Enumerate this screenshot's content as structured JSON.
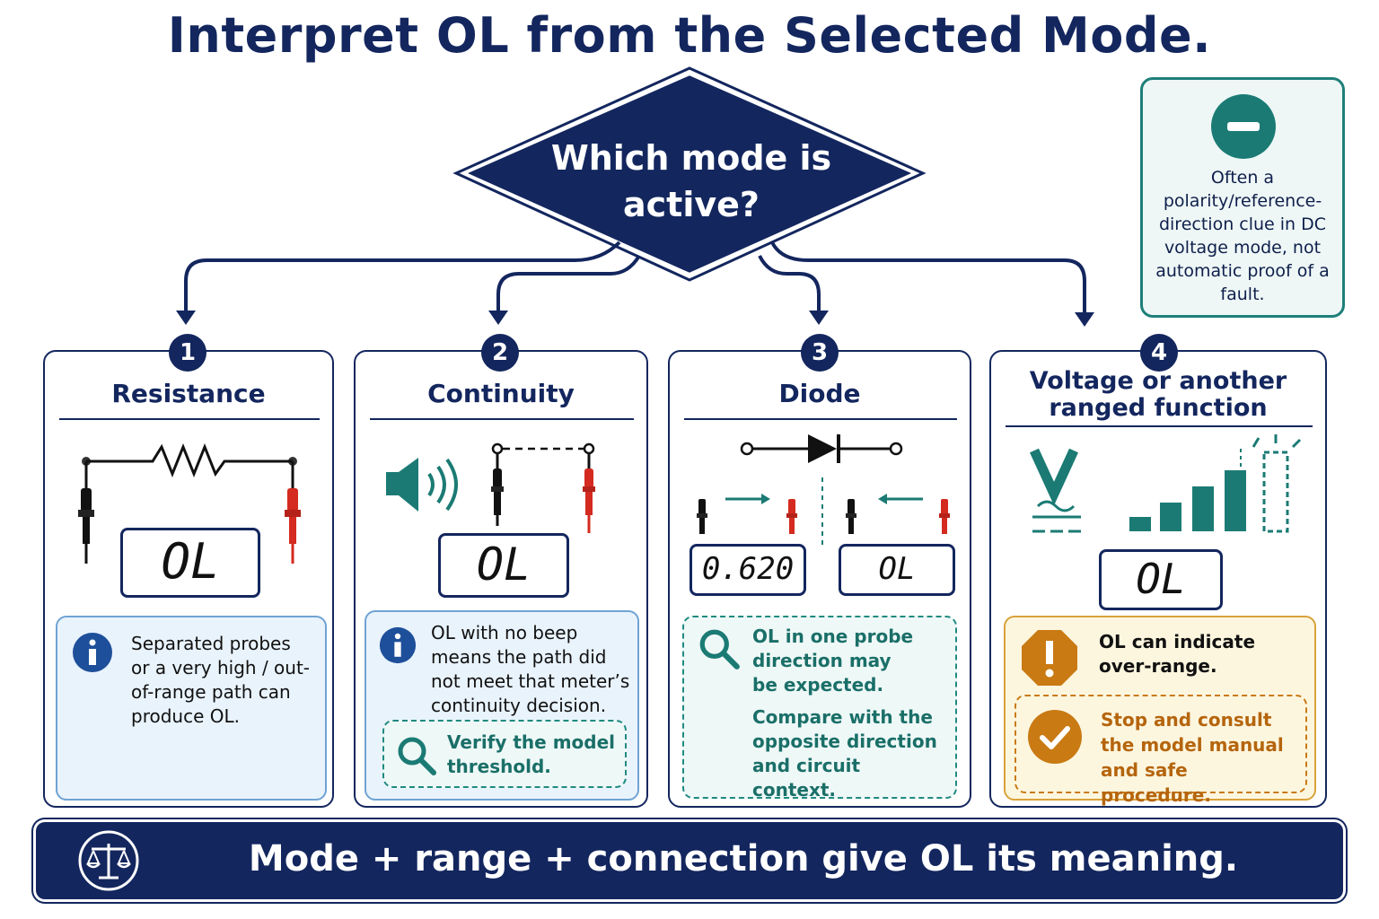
{
  "title": "Interpret OL from the Selected Mode.",
  "decision": {
    "question": "Which mode is active?"
  },
  "note": {
    "text": "Often a polarity/reference-direction clue in DC voltage mode, not automatic proof of a fault.",
    "icon": "minus-icon"
  },
  "cards": [
    {
      "number": "1",
      "title": "Resistance",
      "display": "OL",
      "info": "Separated probes or a very high / out-of-range path can produce OL.",
      "icon": "info-icon"
    },
    {
      "number": "2",
      "title": "Continuity",
      "display": "OL",
      "info": "OL with no beep means the path did not meet that meter’s continuity decision.",
      "tip": "Verify the model threshold.",
      "icons": [
        "speaker-icon",
        "info-icon",
        "magnifier-icon"
      ]
    },
    {
      "number": "3",
      "title": "Diode",
      "display_forward": "0.620",
      "display_reverse": "OL",
      "info_1": "OL in one probe direction may be expected.",
      "info_2": "Compare with the opposite direction and circuit context.",
      "icon": "magnifier-icon"
    },
    {
      "number": "4",
      "title": "Voltage or another ranged function",
      "display": "OL",
      "warning": "OL can indicate over-range.",
      "action": "Stop and consult the model manual and safe procedure.",
      "icons": [
        "voltage-icon",
        "range-bars-icon",
        "warning-octagon-icon",
        "check-circle-icon"
      ]
    }
  ],
  "footer": {
    "text": "Mode + range + connection give OL its meaning.",
    "icon": "scale-icon"
  },
  "colors": {
    "navy": "#13265e",
    "teal": "#1b7b74",
    "amber": "#c97a13",
    "blue": "#1e5aa0",
    "red": "#d42a1f"
  }
}
